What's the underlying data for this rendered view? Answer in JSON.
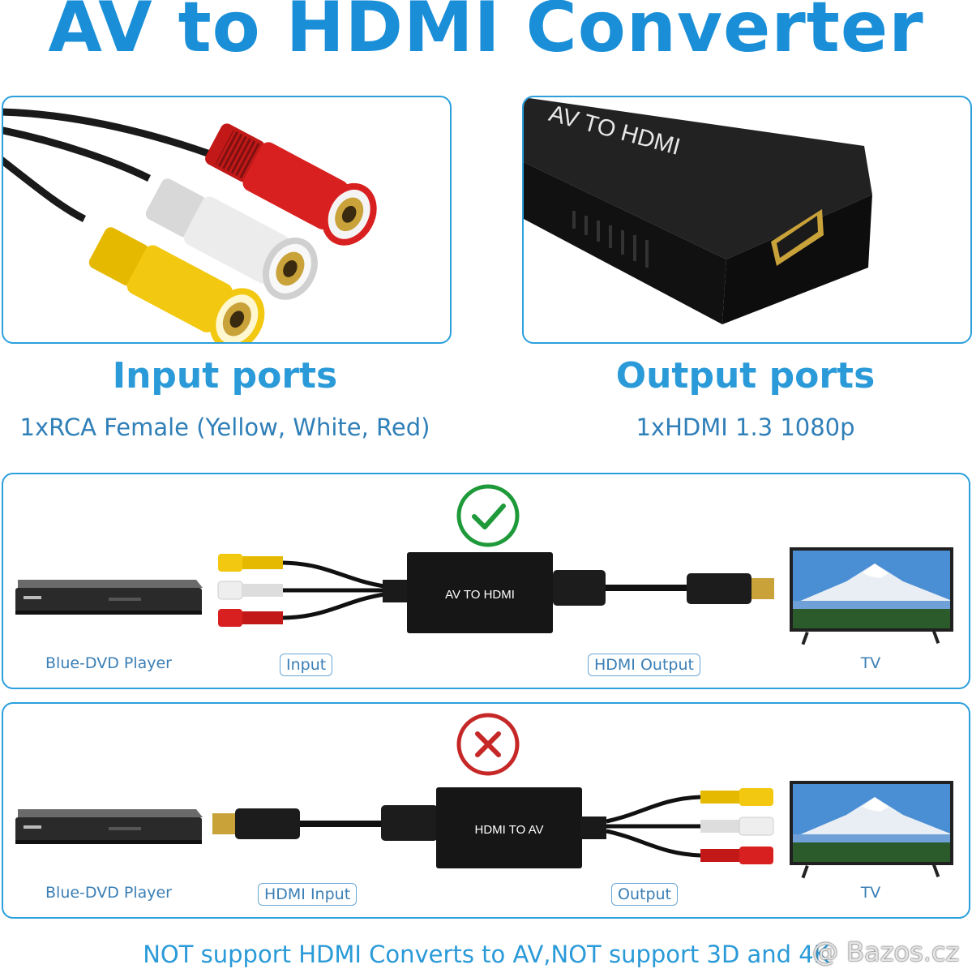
{
  "title": "AV to HDMI Converter",
  "input": {
    "heading": "Input ports",
    "detail": "1xRCA Female (Yellow, White, Red)"
  },
  "output": {
    "heading": "Output ports",
    "detail": "1xHDMI 1.3 1080p",
    "device_print": "AV TO HDMI"
  },
  "supported": {
    "status_icon": "check-circle-icon",
    "device_left": "Blue-DVD Player",
    "tag_input": "Input",
    "converter_label": "AV TO HDMI",
    "tag_output": "HDMI Output",
    "device_right": "TV"
  },
  "unsupported": {
    "status_icon": "x-circle-icon",
    "device_left": "Blue-DVD Player",
    "tag_input": "HDMI Input",
    "converter_label": "HDMI TO AV",
    "tag_output": "Output",
    "device_right": "TV"
  },
  "footer": "NOT support HDMI Converts to AV,NOT support 3D and 4K",
  "watermark": "@ Bazos.cz",
  "colors": {
    "accent": "#2a9ad8",
    "ok": "#1f9a3a",
    "bad": "#c62828",
    "rca_yellow": "#f2c811",
    "rca_white": "#e6e6e6",
    "rca_red": "#d92020"
  }
}
